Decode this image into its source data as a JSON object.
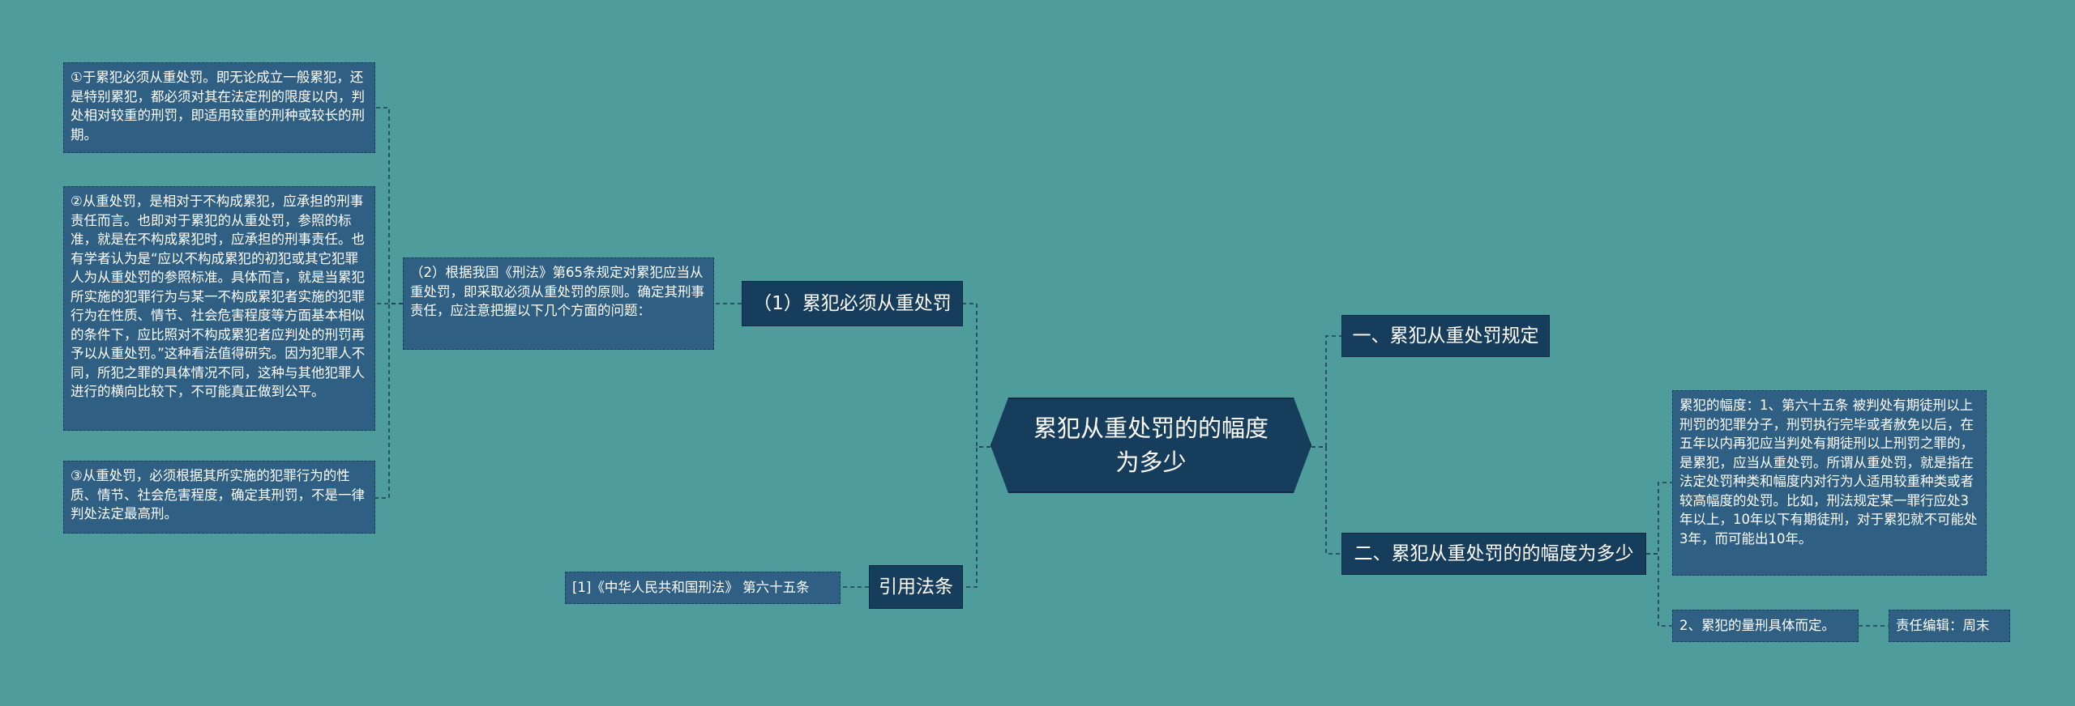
{
  "root": {
    "title": "累犯从重处罚的的幅度为多少"
  },
  "left": {
    "branch1": {
      "title": "（1）累犯必须从重处罚",
      "sub": {
        "text": "（2）根据我国《刑法》第65条规定对累犯应当从重处罚，即采取必须从重处罚的原则。确定其刑事责任，应注意把握以下几个方面的问题：",
        "items": [
          "①于累犯必须从重处罚。即无论成立一般累犯，还是特别累犯，都必须对其在法定刑的限度以内，判处相对较重的刑罚，即适用较重的刑种或较长的刑期。",
          "②从重处罚，是相对于不构成累犯，应承担的刑事责任而言。也即对于累犯的从重处罚，参照的标准，就是在不构成累犯时，应承担的刑事责任。也有学者认为是“应以不构成累犯的初犯或其它犯罪人为从重处罚的参照标准。具体而言，就是当累犯所实施的犯罪行为与某一不构成累犯者实施的犯罪行为在性质、情节、社会危害程度等方面基本相似的条件下，应比照对不构成累犯者应判处的刑罚再予以从重处罚。”这种看法值得研究。因为犯罪人不同，所犯之罪的具体情况不同，这种与其他犯罪人进行的横向比较下，不可能真正做到公平。",
          "③从重处罚，必须根据其所实施的犯罪行为的性质、情节、社会危害程度，确定其刑罚，不是一律判处法定最高刑。"
        ]
      }
    },
    "branch2": {
      "title": "引用法条",
      "ref": "[1]《中华人民共和国刑法》 第六十五条"
    }
  },
  "right": {
    "branch1": {
      "title": "一、累犯从重处罚规定"
    },
    "branch2": {
      "title": "二、累犯从重处罚的的幅度为多少",
      "detail": "累犯的幅度：1、第六十五条 被判处有期徒刑以上刑罚的犯罪分子，刑罚执行完毕或者赦免以后，在五年以内再犯应当判处有期徒刑以上刑罚之罪的，是累犯，应当从重处罚。所谓从重处罚，就是指在法定处罚种类和幅度内对行为人适用较重种类或者较高幅度的处罚。比如，刑法规定某一罪行应处3年以上，10年以下有期徒刑，对于累犯就不可能处3年，而可能出10年。",
      "item2": "2、累犯的量刑具体而定。",
      "editor": "责任编辑：周末"
    }
  },
  "colors": {
    "background": "#4e9c9c",
    "node_dark": "#173d5c",
    "node_leaf": "#2f5f82",
    "connector": "#1f3f55"
  }
}
